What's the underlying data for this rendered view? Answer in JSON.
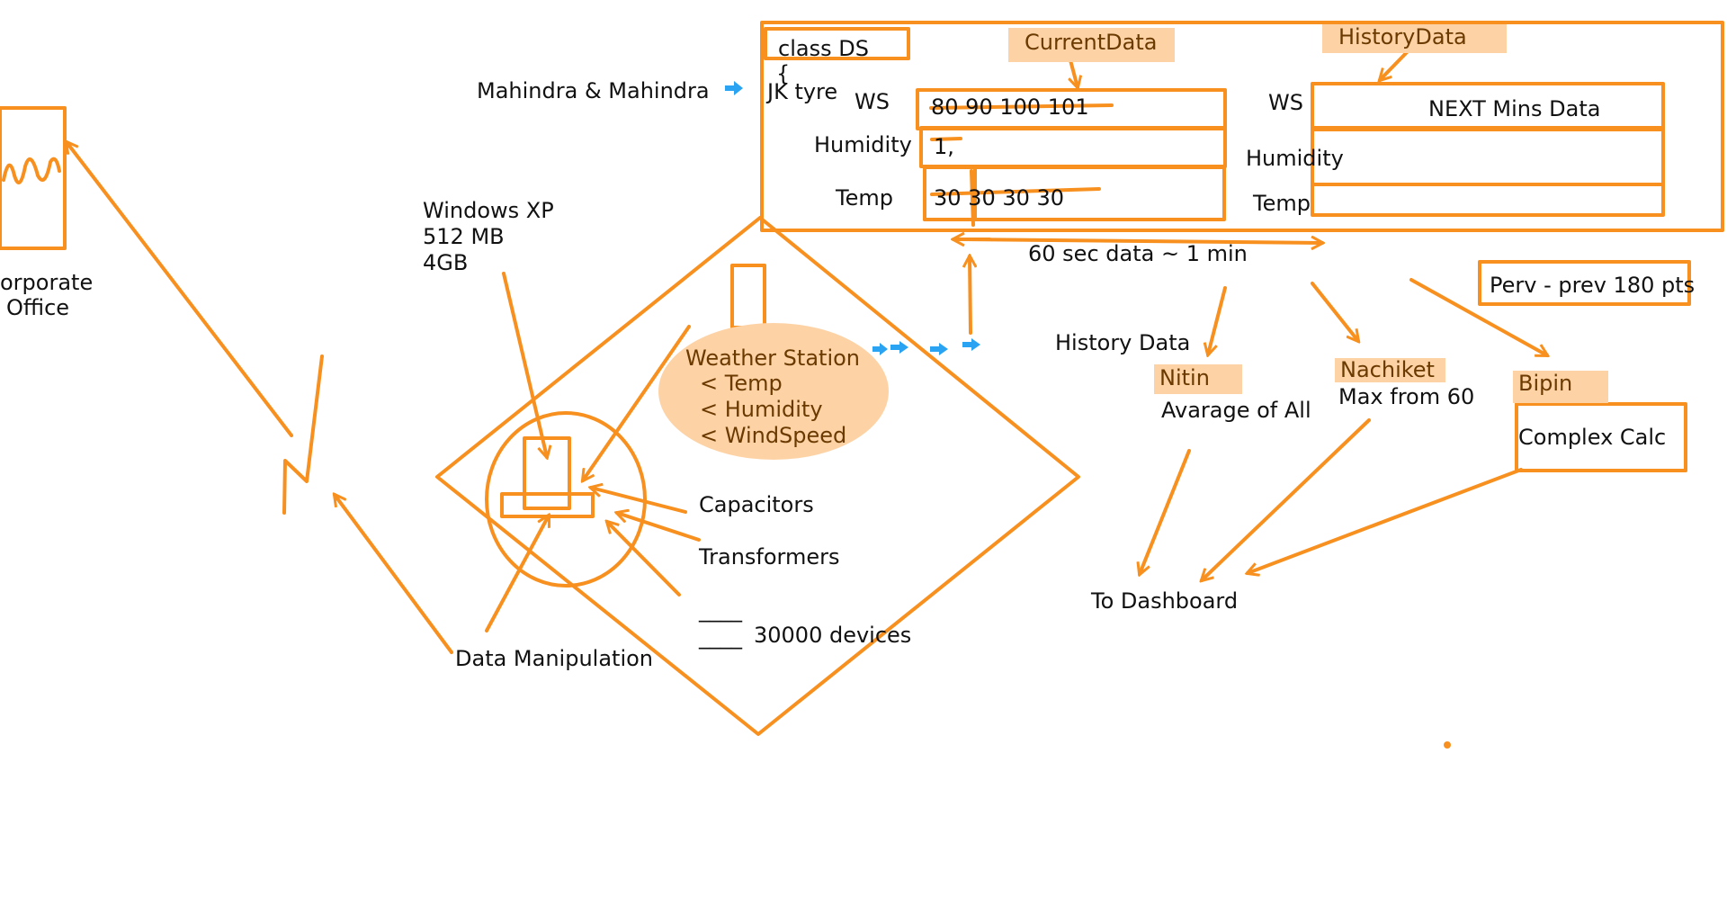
{
  "colors": {
    "stroke": "#f7901e",
    "highlight": "#fdd3a6",
    "highlight_text": "#6b3a00",
    "blue_arrow": "#2aa3f2",
    "text": "#111111"
  },
  "left": {
    "office_line1": "orporate",
    "office_line2": "Office"
  },
  "device": {
    "os": "Windows XP",
    "ram": "512 MB",
    "disk": "4GB",
    "data_manipulation": "Data Manipulation"
  },
  "station": {
    "title": "Weather Station",
    "temp": "< Temp",
    "humidity": "< Humidity",
    "windspeed": "< WindSpeed"
  },
  "components": {
    "capacitors": "Capacitors",
    "transformers": "Transformers",
    "blank1": "____",
    "blank2": "____",
    "devices": "30000 devices"
  },
  "clients": {
    "mahindra": "Mahindra & Mahindra",
    "jk": "JK tyre"
  },
  "ds": {
    "class": "class DS",
    "brace": "{",
    "current_label": "CurrentData",
    "history_label": "HistoryData",
    "ws": "WS",
    "humidity": "Humidity",
    "temp": "Temp",
    "ws_values": "80 90 100 101",
    "humidity_values": "1,",
    "temp_values": "30  30  30 30",
    "next_mins": "NEXT Mins Data"
  },
  "flow": {
    "interval": "60 sec data ~ 1 min",
    "history": "History Data",
    "prev": "Perv - prev 180 pts"
  },
  "people": {
    "nitin": "Nitin",
    "nitin_task": "Avarage of All",
    "nachiket": "Nachiket",
    "nachiket_task": "Max from 60",
    "bipin": "Bipin",
    "bipin_task": "Complex Calc"
  },
  "dashboard": "To Dashboard"
}
